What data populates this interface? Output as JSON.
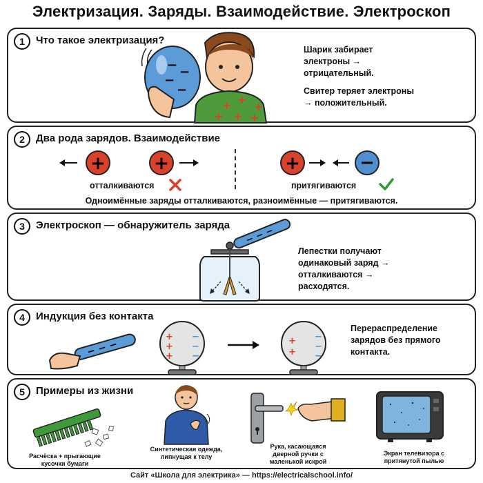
{
  "title": "Электризация. Заряды. Взаимодействие. Электроскоп",
  "panels": [
    {
      "num": "1",
      "title": "Что такое электризация?",
      "text1": "Шарик забирает электроны → отрицательный.",
      "text2": "Свитер теряет электроны → положительный."
    },
    {
      "num": "2",
      "title": "Два рода зарядов. Взаимодействие",
      "repel": "отталкиваются",
      "attract": "притягиваются",
      "summary": "Одноимённые заряды отталкиваются, разноимённые — притягиваются."
    },
    {
      "num": "3",
      "title": "Электроскоп — обнаружитель заряда",
      "text": "Лепестки получают одинаковый заряд → отталкиваются → расходятся."
    },
    {
      "num": "4",
      "title": "Индукция без контакта",
      "text": "Перераспределение зарядов без прямого контакта."
    },
    {
      "num": "5",
      "title": "Примеры из жизни",
      "examples": [
        "Расчёска + прыгающие кусочки бумаги",
        "Синтетическая одежда, липнущая к телу",
        "Рука, касающаяся дверной ручки с маленькой искрой",
        "Экран телевизора с притянутой пылью"
      ]
    }
  ],
  "footer": "Сайт «Школа для электрика» — https://electricalschool.info/",
  "colors": {
    "positive": "#d9412b",
    "negative": "#4d8fcf",
    "check": "#2e9b3a",
    "cross": "#d9412b",
    "sweater": "#4f9a3a",
    "comb": "#3f9a3a"
  }
}
